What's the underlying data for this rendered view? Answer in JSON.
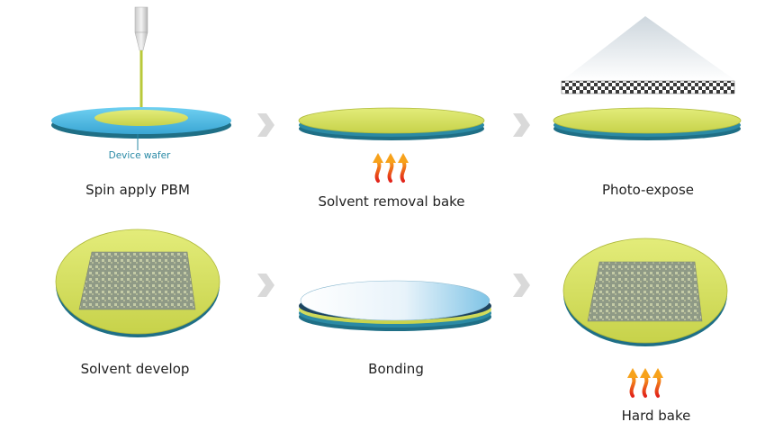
{
  "steps": [
    {
      "label": "Spin apply PBM"
    },
    {
      "label": "Solvent removal bake"
    },
    {
      "label": "Photo-expose"
    },
    {
      "label": "Solvent develop"
    },
    {
      "label": "Bonding"
    },
    {
      "label": "Hard bake"
    }
  ],
  "annotations": {
    "device_wafer": "Device wafer"
  },
  "colors": {
    "pbm": "#d6e35a",
    "wafer_blue": "#55b8e0",
    "wafer_edge": "#1f6f86",
    "heat_orange": "#f08a1e",
    "arrow_grey": "#d9d9d9"
  }
}
